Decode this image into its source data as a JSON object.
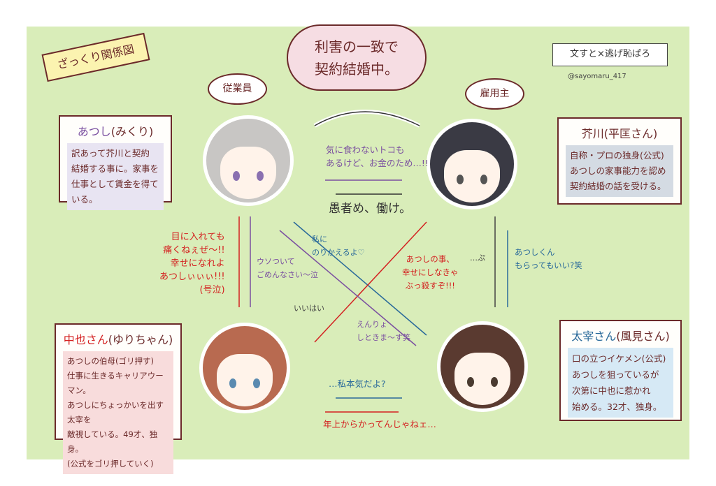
{
  "banner": "ざっくり関係図",
  "cloud": {
    "line1": "利害の一致で",
    "line2": "契約結婚中。"
  },
  "title_box": "文すと×逃げ恥ぱろ",
  "credit": "@sayomaru_417",
  "labels": {
    "employee": "従業員",
    "employer": "雇用主"
  },
  "characters": [
    {
      "name": "あつし",
      "alias": "(みくり)",
      "name_color": "#7a4fa0",
      "bg": "#e8e4f2",
      "lines": [
        "訳あって芥川と契約",
        "結婚する事に。家事を",
        "仕事として賃金を得ている。"
      ]
    },
    {
      "name": "芥川",
      "alias": "(平匡さん)",
      "name_color": "#6b2a2a",
      "bg": "#d4dbe3",
      "lines": [
        "自称・プロの独身(公式)",
        "あつしの家事能力を認め",
        "契約結婚の話を受ける。"
      ]
    },
    {
      "name": "中也さん",
      "alias": "(ゆりちゃん)",
      "name_color": "#d42020",
      "bg": "#f8dcdc",
      "lines": [
        "あつしの伯母(ゴリ押す)",
        "仕事に生きるキャリアウーマン。",
        "あつしにちょっかいを出す太宰を",
        "敵視している。49才、独身。",
        "(公式をゴリ押していく)"
      ]
    },
    {
      "name": "太宰さん",
      "alias": "(風見さん)",
      "name_color": "#2a6a9a",
      "bg": "#d6e9f5",
      "lines": [
        "口の立つイケメン(公式)",
        "あつしを狙っているが",
        "次第に中也に惹かれ",
        "始める。32才、独身。"
      ]
    }
  ],
  "quotes": {
    "akutagawa_to_atsushi_top": "気に食わないトコも\nあるけど、お金のため…!!",
    "akutagawa_to_atsushi": "愚者め、働け。",
    "dazai_to_atsushi": "私に\nのりかえるよ♡",
    "chuya_to_dazai": "あつしの事、\n幸せにしなきゃ\nぶっ殺すぞ!!!",
    "chuya_to_atsushi": "目に入れても\n痛くねぇぜ〜!!\n幸せになれよ\nあつしぃぃぃ!!!\n(号泣)",
    "atsushi_to_chuya": "ウソついて\nごめんなさい〜泣",
    "atsushi_reply": "いいはい",
    "atsushi_to_dazai": "えんりょ\nしときま〜す笑",
    "akutagawa_reply": "…ぷ",
    "dazai_to_akutagawa": "あつしくん\nもらってもいい?笑",
    "dazai_to_chuya": "…私本気だよ?",
    "chuya_to_dazai_bottom": "年上からかってんじゃねェ…"
  },
  "colors": {
    "background": "#d9edb9",
    "red": "#d42020",
    "blue": "#2a6a9a",
    "purple": "#7a4fa0",
    "cloud": "#f6dde3"
  }
}
